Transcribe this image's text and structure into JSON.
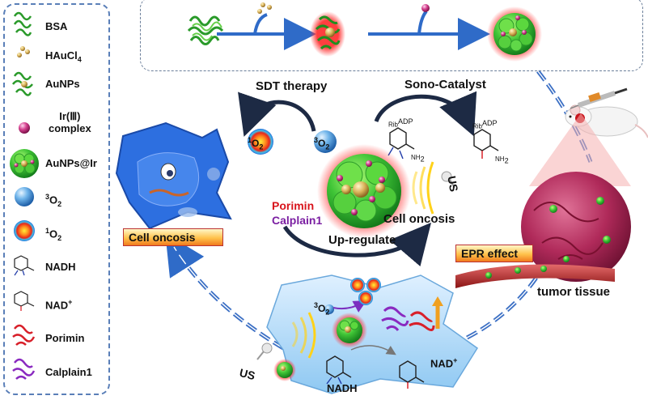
{
  "legend": {
    "items": [
      {
        "label": "BSA",
        "icon": "bsa-protein-icon"
      },
      {
        "label": "HAuCl",
        "sub": "4",
        "icon": "haucl4-dots-icon"
      },
      {
        "label": "AuNPs",
        "icon": "aunps-icon"
      },
      {
        "label": "Ir(Ⅲ)",
        "label2": "complex",
        "icon": "ir-complex-sphere-icon"
      },
      {
        "label": "AuNPs@Ir",
        "icon": "aunps-ir-nanoparticle-icon"
      },
      {
        "sup": "3",
        "label": "O",
        "sub": "2",
        "icon": "triplet-oxygen-icon"
      },
      {
        "sup": "1",
        "label": "O",
        "sub": "2",
        "icon": "singlet-oxygen-icon"
      },
      {
        "label": "NADH",
        "icon": "nadh-structure-icon"
      },
      {
        "label": "NAD",
        "sup": "+",
        "icon": "nad-plus-structure-icon"
      },
      {
        "label": "Porimin",
        "icon": "porimin-protein-icon"
      },
      {
        "label": "Calplain1",
        "icon": "calplain1-protein-icon"
      }
    ]
  },
  "cycle": {
    "sdt_label": "SDT therapy",
    "sono_label": "Sono-Catalyst",
    "singlet_sup": "1",
    "singlet_main": "O",
    "singlet_sub": "2",
    "triplet_sup": "3",
    "triplet_main": "O",
    "triplet_sub": "2",
    "porimin_label": "Porimin",
    "calplain_label": "Calplain1",
    "cell_oncosis_label": "Cell oncosis",
    "upregulate_label": "Up-regulate",
    "us_label": "US",
    "rib_label": "Rib",
    "adp_label": "ADP",
    "nh2_label": "NH",
    "nh2_sub": "2"
  },
  "left_cell": {
    "banner": "Cell oncosis"
  },
  "tumor": {
    "epr_banner": "EPR effect",
    "tissue_label": "tumor tissue"
  },
  "bottom_cell": {
    "triplet_sup": "3",
    "triplet_main": "O",
    "triplet_sub": "2",
    "us_label": "US",
    "nadh_label": "NADH",
    "nad_label": "NAD",
    "nad_sup": "+"
  },
  "colors": {
    "arrow_blue": "#2f6bc8",
    "dash_blue": "#3b6fc4",
    "red_text": "#d8141c",
    "purple_text": "#7b1fa2",
    "cell_blue": "#2d6fe0"
  }
}
